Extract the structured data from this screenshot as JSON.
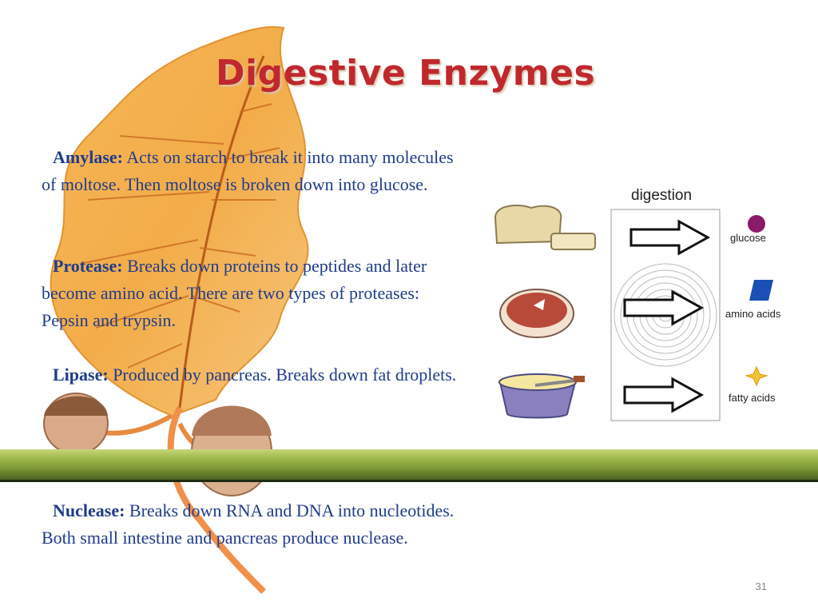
{
  "slide": {
    "title": "Digestive Enzymes",
    "page_number": "31"
  },
  "enzymes": [
    {
      "term": "Amylase:",
      "text": " Acts on starch to break it into many molecules of moltose. Then moltose is broken down into glucose."
    },
    {
      "term": "Protease:",
      "text": " Breaks down proteins to peptides and later become amino acid. There are two types of proteases: Pepsin and trypsin."
    },
    {
      "term": "Lipase:",
      "text": " Produced by pancreas. Breaks down fat droplets."
    },
    {
      "term": "Nuclease:",
      "text": " Breaks down RNA and DNA into nucleotides. Both small intestine and pancreas produce nuclease."
    }
  ],
  "diagram": {
    "title": "digestion",
    "products": [
      "glucose",
      "amino acids",
      "fatty acids"
    ],
    "foods": [
      "bread-icon",
      "meat-icon",
      "butter-bowl-icon"
    ],
    "product_shapes": [
      "circle-icon",
      "parallelogram-icon",
      "star-icon"
    ],
    "colors": {
      "product": "#8c1a6a",
      "product_blue": "#1a4fb5",
      "star": "#f2c230"
    }
  },
  "colors": {
    "title": "#c0282d",
    "body_text": "#1f3c8c",
    "leaf": "#f0a030",
    "grass_band": "#7f9a36"
  }
}
